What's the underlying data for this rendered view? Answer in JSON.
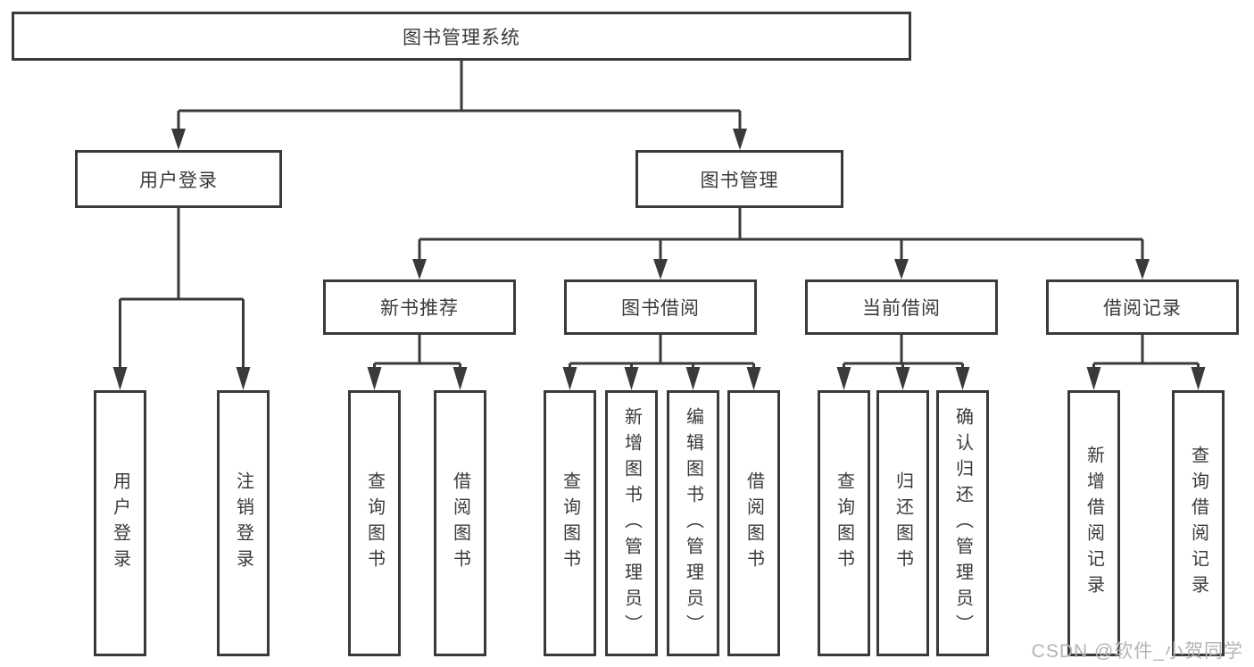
{
  "diagram": {
    "colors": {
      "line": "#3a3a3a",
      "box_border": "#3a3a3a",
      "text": "#3a3a3a",
      "background": "#ffffff",
      "watermark": "#b4b4b4"
    },
    "watermark": "CSDN @软件_小贺同学",
    "tree": {
      "root": {
        "label": "图书管理系统",
        "children": [
          {
            "label": "用户登录",
            "children": [
              {
                "label": "用户登录"
              },
              {
                "label": "注销登录"
              }
            ]
          },
          {
            "label": "图书管理",
            "children": [
              {
                "label": "新书推荐",
                "children": [
                  {
                    "label": "查询图书"
                  },
                  {
                    "label": "借阅图书"
                  }
                ]
              },
              {
                "label": "图书借阅",
                "children": [
                  {
                    "label": "查询图书"
                  },
                  {
                    "label": "新增图书（管理员）"
                  },
                  {
                    "label": "编辑图书（管理员）"
                  },
                  {
                    "label": "借阅图书"
                  }
                ]
              },
              {
                "label": "当前借阅",
                "children": [
                  {
                    "label": "查询图书"
                  },
                  {
                    "label": "归还图书"
                  },
                  {
                    "label": "确认归还（管理员）"
                  }
                ]
              },
              {
                "label": "借阅记录",
                "children": [
                  {
                    "label": "新增借阅记录"
                  },
                  {
                    "label": "查询借阅记录"
                  }
                ]
              }
            ]
          }
        ]
      }
    }
  }
}
